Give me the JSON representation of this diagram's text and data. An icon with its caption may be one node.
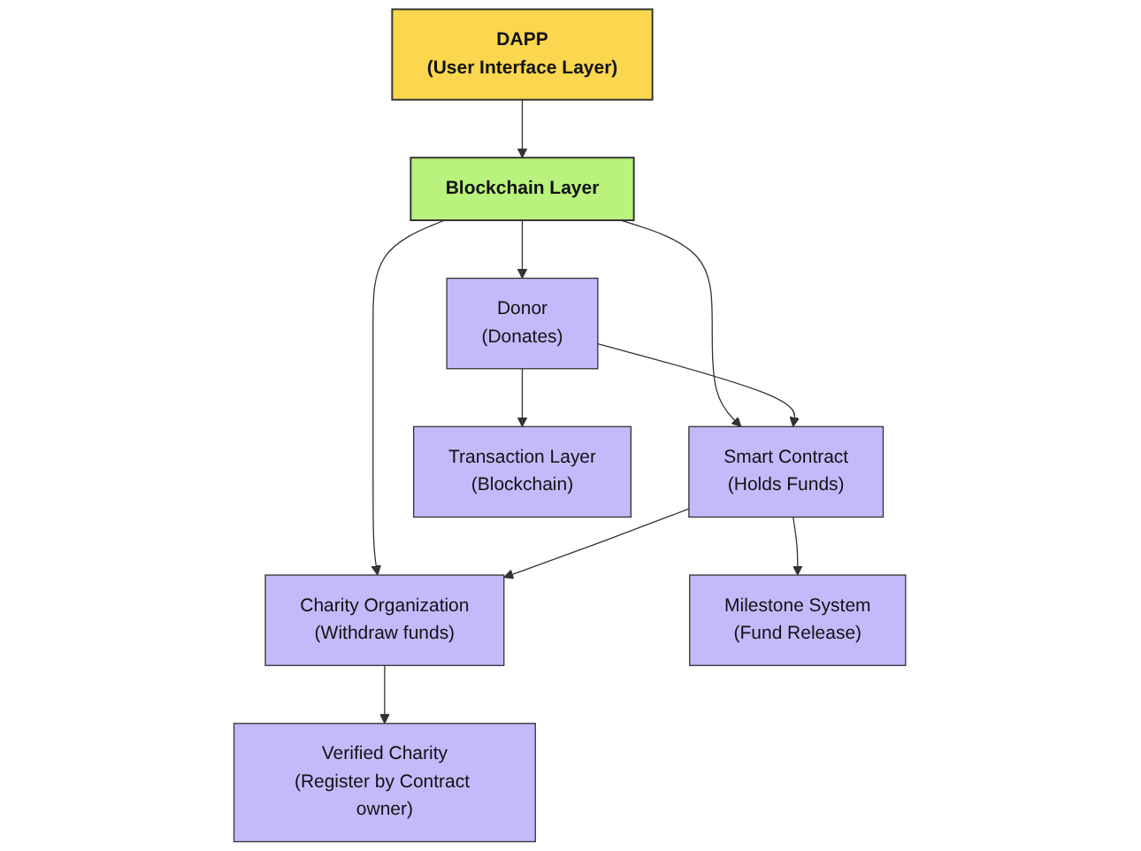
{
  "diagram": {
    "nodes": [
      {
        "text": [
          "DAPP",
          "(User Interface Layer)"
        ]
      },
      {
        "text": [
          "Blockchain Layer"
        ]
      },
      {
        "text": [
          "Donor",
          "(Donates)"
        ]
      },
      {
        "text": [
          "Smart Contract",
          "(Holds Funds)"
        ]
      },
      {
        "text": [
          "Charity Organization",
          "(Withdraw funds)"
        ]
      },
      {
        "text": [
          "Transaction Layer",
          "(Blockchain)"
        ]
      },
      {
        "text": [
          "Milestone System",
          "(Fund Release)"
        ]
      },
      {
        "text": [
          "Verified Charity",
          "(Register by Contract owner)"
        ]
      }
    ],
    "edges": [
      {
        "from": 0,
        "to": 1,
        "arrow": "to"
      },
      {
        "from": 1,
        "to": 2,
        "arrow": "to"
      },
      {
        "from": 1,
        "to": 3,
        "arrow": "to"
      },
      {
        "from": 1,
        "to": 4,
        "arrow": "to"
      },
      {
        "from": 2,
        "to": 3,
        "arrow": "to"
      },
      {
        "from": 3,
        "to": 4,
        "arrow": "to"
      },
      {
        "from": 2,
        "to": 5,
        "arrow": "to"
      },
      {
        "from": 3,
        "to": 6,
        "arrow": "to"
      },
      {
        "from": 4,
        "to": 7,
        "arrow": "to"
      }
    ]
  }
}
